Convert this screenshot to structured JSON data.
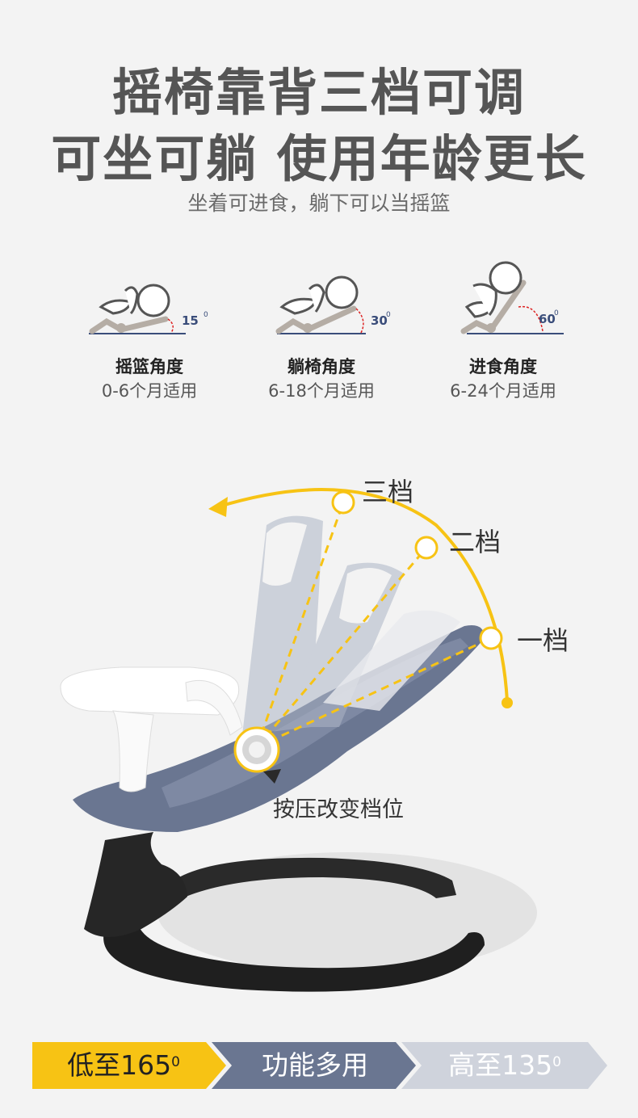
{
  "heading": {
    "line1": "摇椅靠背三档可调",
    "line2": "可坐可躺 使用年龄更长",
    "subtitle": "坐着可进食，躺下可以当摇篮"
  },
  "modes": [
    {
      "angle": "15",
      "name": "摇篮角度",
      "age": "0-6个月适用"
    },
    {
      "angle": "30",
      "name": "躺椅角度",
      "age": "6-18个月适用"
    },
    {
      "angle": "60",
      "name": "进食角度",
      "age": "6-24个月适用"
    }
  ],
  "gears": {
    "third": "三档",
    "second": "二档",
    "first": "一档"
  },
  "press_label": "按压改变档位",
  "bottom_bar": {
    "low_prefix": "低至165",
    "middle": "功能多用",
    "high_prefix": "高至135",
    "degree_sup": "0"
  },
  "colors": {
    "accent_yellow": "#f7c314",
    "slate_blue": "#6a7691",
    "light_slate": "#cfd3dc",
    "text_dark": "#555555"
  }
}
